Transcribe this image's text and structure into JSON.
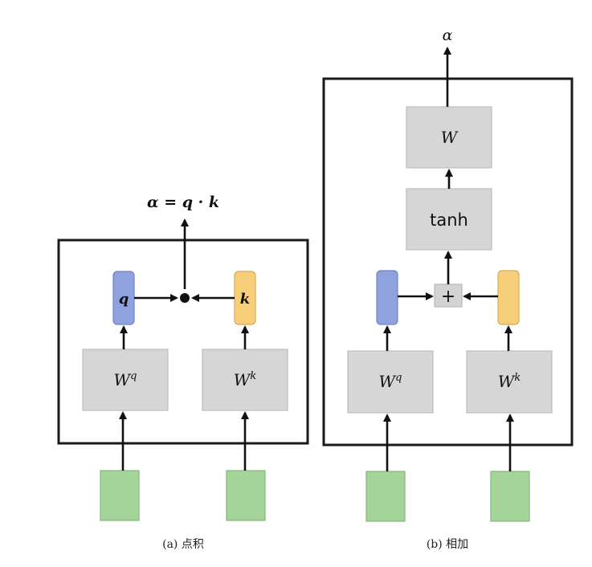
{
  "panel_a": {
    "output_label": "α = q · k",
    "query_vector_label": "q",
    "key_vector_label": "k",
    "query_matrix_base": "W",
    "query_matrix_sup": "q",
    "key_matrix_base": "W",
    "key_matrix_sup": "k",
    "caption": "(a) 点积"
  },
  "panel_b": {
    "output_label": "α",
    "top_matrix_label": "W",
    "activation_label": "tanh",
    "combine_symbol": "+",
    "query_matrix_base": "W",
    "query_matrix_sup": "q",
    "key_matrix_base": "W",
    "key_matrix_sup": "k",
    "caption": "(b) 相加"
  },
  "colors": {
    "input": "#a5d49a",
    "query": "#8fa2dd",
    "key": "#f7cf7a",
    "layer": "#d6d6d6"
  }
}
